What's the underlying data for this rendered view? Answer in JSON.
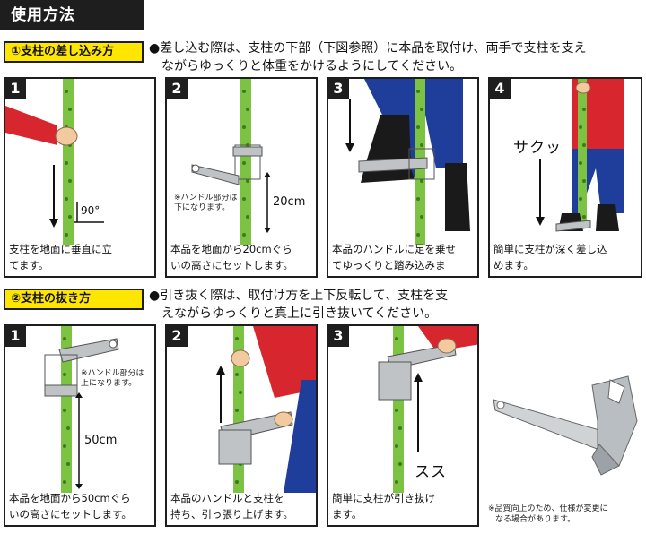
{
  "header": {
    "title": "使用方法"
  },
  "section1": {
    "label": "①支柱の差し込み方",
    "desc_line1": "●差し込む際は、支柱の下部（下図参照）に本品を取付け、両手で支柱を支え",
    "desc_line2": "ながらゆっくりと体重をかけるようにしてください。",
    "steps": [
      {
        "num": "1",
        "cap1": "支柱を地面に垂直に立",
        "cap2": "てます。",
        "angle": "90°"
      },
      {
        "num": "2",
        "cap1": "本品を地面から20cmぐら",
        "cap2": "いの高さにセットします。",
        "note1": "※ハンドル部分は",
        "note2": "下になります。",
        "measure": "20cm"
      },
      {
        "num": "3",
        "cap1": "本品のハンドルに足を乗せ",
        "cap2": "てゆっくりと踏み込みま"
      },
      {
        "num": "4",
        "cap1": "簡単に支柱が深く差し込",
        "cap2": "めます。",
        "sound": "サクッ"
      }
    ]
  },
  "section2": {
    "label": "②支柱の抜き方",
    "desc_line1": "●引き抜く際は、取付け方を上下反転して、支柱を支",
    "desc_line2": "えながらゆっくりと真上に引き抜いてください。",
    "steps": [
      {
        "num": "1",
        "cap1": "本品を地面から50cmぐら",
        "cap2": "いの高さにセットします。",
        "note1": "※ハンドル部分は",
        "note2": "上になります。",
        "measure": "50cm"
      },
      {
        "num": "2",
        "cap1": "本品のハンドルと支柱を",
        "cap2": "持ち、引っ張り上げます。"
      },
      {
        "num": "3",
        "cap1": "簡単に支柱が引き抜け",
        "cap2": "ます。",
        "sound": "スス"
      }
    ]
  },
  "footnote": {
    "line1": "※品質向上のため、仕様が変更に",
    "line2": "なる場合があります。"
  },
  "colors": {
    "pole": "#7cc243",
    "sleeve": "#d8262e",
    "jeans": "#1f3d9a",
    "boot": "#1a1a1a",
    "bracket": "#bfc3c6",
    "label_bg": "#ffe600"
  }
}
